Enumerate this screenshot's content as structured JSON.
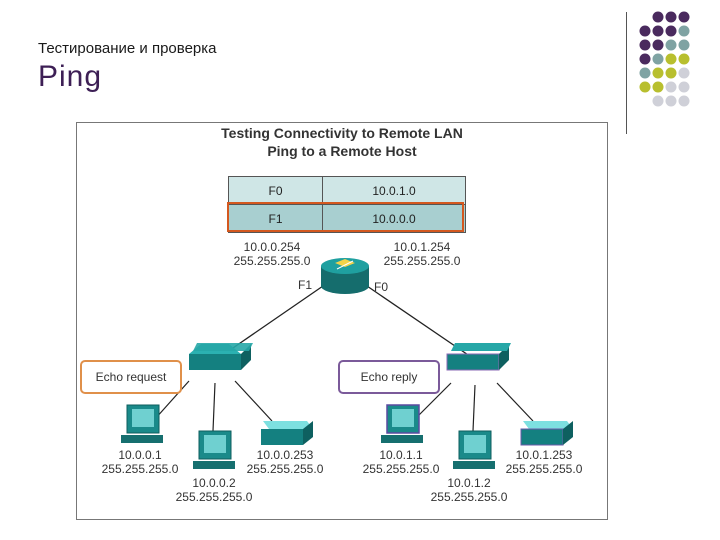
{
  "slide": {
    "subtitle": "Тестирование и проверка",
    "title": "Ping"
  },
  "diagram": {
    "title_line1": "Testing Connectivity to Remote LAN",
    "title_line2": "Ping to a Remote Host",
    "routing_table": [
      {
        "interface": "F0",
        "network": "10.0.1.0",
        "highlighted": false
      },
      {
        "interface": "F1",
        "network": "10.0.0.0",
        "highlighted": true
      }
    ],
    "router": {
      "left_ip": "10.0.0.254",
      "left_mask": "255.255.255.0",
      "right_ip": "10.0.1.254",
      "right_mask": "255.255.255.0",
      "left_port": "F1",
      "right_port": "F0"
    },
    "callouts": {
      "echo_request": "Echo request",
      "echo_reply": "Echo reply"
    },
    "hosts_left": [
      {
        "ip": "10.0.0.1",
        "mask": "255.255.255.0"
      },
      {
        "ip": "10.0.0.2",
        "mask": "255.255.255.0"
      },
      {
        "ip": "10.0.0.253",
        "mask": "255.255.255.0"
      }
    ],
    "hosts_right": [
      {
        "ip": "10.0.1.1",
        "mask": "255.255.255.0"
      },
      {
        "ip": "10.0.1.2",
        "mask": "255.255.255.0"
      },
      {
        "ip": "10.0.1.253",
        "mask": "255.255.255.0"
      }
    ],
    "colors": {
      "device_teal": "#1a8a8a",
      "highlight_orange": "#d4581f",
      "reply_purple": "#7b5a9a",
      "dot_purple": "#4a2a5e",
      "dot_teal": "#7fa3a3",
      "dot_olive": "#b8bf2e",
      "dot_grey": "#cfd0d8"
    }
  }
}
